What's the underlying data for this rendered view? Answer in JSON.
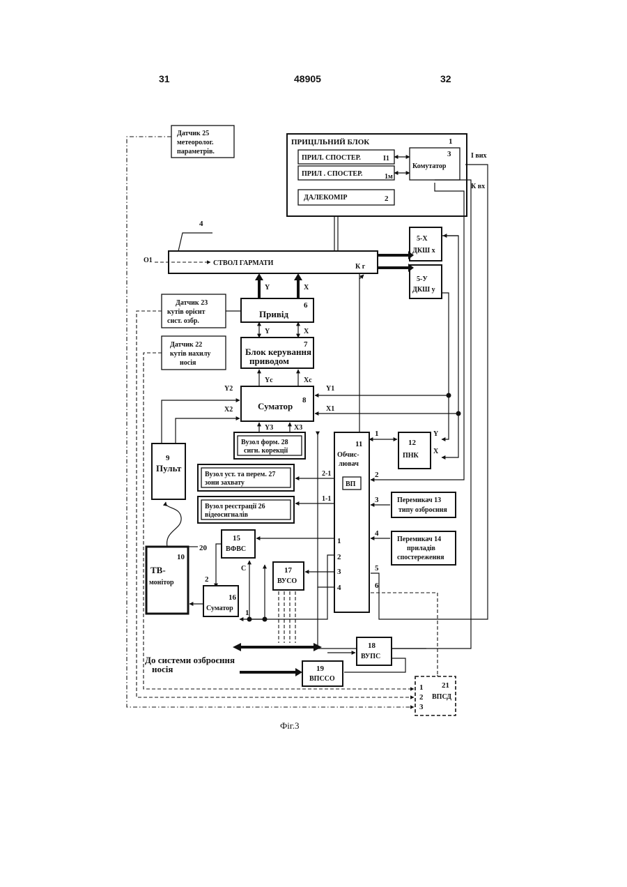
{
  "header": {
    "page_left": "31",
    "doc_number": "48905",
    "page_right": "32"
  },
  "blocks": {
    "b1": {
      "title": "ПРИЦІЛЬНИЙ БЛОК",
      "num": "1"
    },
    "b1a": {
      "label": "ПРИЛ. СПОСТЕР.",
      "idx": "І1"
    },
    "b1b": {
      "label": "ПРИЛ . СПОСТЕР.",
      "idx": "1м"
    },
    "b2": {
      "label": "ДАЛЕКОМІР",
      "num": "2"
    },
    "b3": {
      "label": "Комутатор",
      "num": "3"
    },
    "b4": {
      "label": "СТВОЛ ГАРМАТИ",
      "num": "4",
      "kg": "К г"
    },
    "b5x": {
      "line1": "5-Х",
      "line2": "ДКШ х"
    },
    "b5y": {
      "line1": "5-У",
      "line2": "ДКШ у"
    },
    "b6": {
      "label": "Привід",
      "num": "6"
    },
    "b7": {
      "line1": "Блок керування",
      "line2": "приводом",
      "num": "7"
    },
    "b8": {
      "label": "Суматор",
      "num": "8"
    },
    "b9": {
      "num": "9",
      "label": "Пульт"
    },
    "b10": {
      "line1": "ТВ-",
      "line2": "монітор",
      "num": "10"
    },
    "b11": {
      "line1": "Обчис-",
      "line2": "лювач",
      "num": "11",
      "vp": "ВП"
    },
    "b12": {
      "num": "12",
      "label": "ПНК"
    },
    "b13": {
      "line1": "Перемикач  13",
      "line2": "типу озброєння"
    },
    "b14": {
      "line1": "Перемикач  14",
      "line2": "приладів",
      "line3": "спостереження"
    },
    "b15": {
      "num": "15",
      "label": "ВФВС"
    },
    "b16": {
      "num": "16",
      "label": "Суматор"
    },
    "b17": {
      "num": "17",
      "label": "ВУСО"
    },
    "b18": {
      "num": "18",
      "label": "ВУПС"
    },
    "b19": {
      "num": "19",
      "label": "ВПССО"
    },
    "b21": {
      "num": "21",
      "label": "ВПСД"
    },
    "b22": {
      "line1": "Датчик    22",
      "line2": "кутів нахилу",
      "line3": "носія"
    },
    "b23": {
      "line1": "Датчик  23",
      "line2": "кутів орієнт",
      "line3": "снст. озбр."
    },
    "b25": {
      "line1": "Датчик  25",
      "line2": "метеоролог.",
      "line3": "параметрів."
    },
    "b26": {
      "label": "Вузол реєстрації  26",
      "line2": "відеосигналів"
    },
    "b27": {
      "label": "Вузол уст. та перем. 27",
      "line2": "зони захвату"
    },
    "b28": {
      "label": "Вузол  форм. 28",
      "line2": "сигн. корекції"
    }
  },
  "signals": {
    "i_out": "I вих",
    "k_in": "К вх",
    "o1": "О1",
    "y": "Y",
    "x": "X",
    "yc": "Yс",
    "xc": "Xс",
    "y1": "Y1",
    "x1": "X1",
    "y2": "Y2",
    "x2": "X2",
    "y3": "Y3",
    "x3": "X3",
    "c": "С",
    "n20": "20",
    "n21_1": "2-1",
    "n1_1": "1-1",
    "p1": "1",
    "p2": "2",
    "p3": "3",
    "p4": "4",
    "p5": "5",
    "p6": "6"
  },
  "bus_label": {
    "line1": "До системи озброєння",
    "line2": "носія"
  },
  "caption": "Фіг.3"
}
